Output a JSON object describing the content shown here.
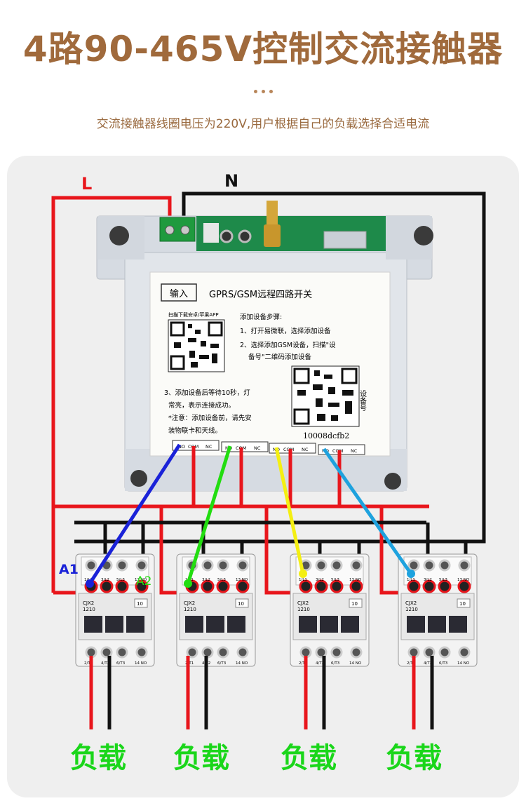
{
  "header": {
    "title": "4路90-465V控制交流接触器",
    "subtitle": "交流接触器线圈电压为220V,用户根据自己的负载选择合适电流"
  },
  "wiring": {
    "line_label": "L",
    "neutral_label": "N",
    "coil_a1": "A1",
    "coil_a2": "A2"
  },
  "module": {
    "input_label": "输入",
    "name": "GPRS/GSM远程四路开关",
    "scan_hint": "扫描下载安卓/苹果APP",
    "steps_title": "添加设备步骤:",
    "step1": "1、打开易微联，选择添加设备",
    "step2a": "2、选择添加GSM设备，扫描\"设",
    "step2b": "备号\"二维码添加设备",
    "step3a": "3、添加设备后等待10秒，灯",
    "step3b": "常亮，表示连接成功。",
    "note_a": "*注意：添加设备前，请先安",
    "note_b": "装物联卡和天线。",
    "device_label": "设备号",
    "device_id": "10008dcfb2",
    "relay_terms": [
      "NO",
      "COM",
      "NC"
    ]
  },
  "contactor": {
    "model_line1": "CJX2",
    "model_line2": "1210",
    "rating": "10",
    "top_terms": [
      "1/L1",
      "3/L2",
      "5/L3",
      "13 NO"
    ],
    "bottom_terms": [
      "2/T1",
      "4/T2",
      "6/T3",
      "14 NO"
    ]
  },
  "loads": [
    "负载",
    "负载",
    "负载",
    "负载"
  ],
  "colors": {
    "title": "#a06a3c",
    "line_wire": "#e8161c",
    "neutral_wire": "#111111",
    "ch1": "#1a22d8",
    "ch2": "#22dd10",
    "ch3": "#f4ef12",
    "ch4": "#1ea2de",
    "load_text": "#1ad61a"
  }
}
